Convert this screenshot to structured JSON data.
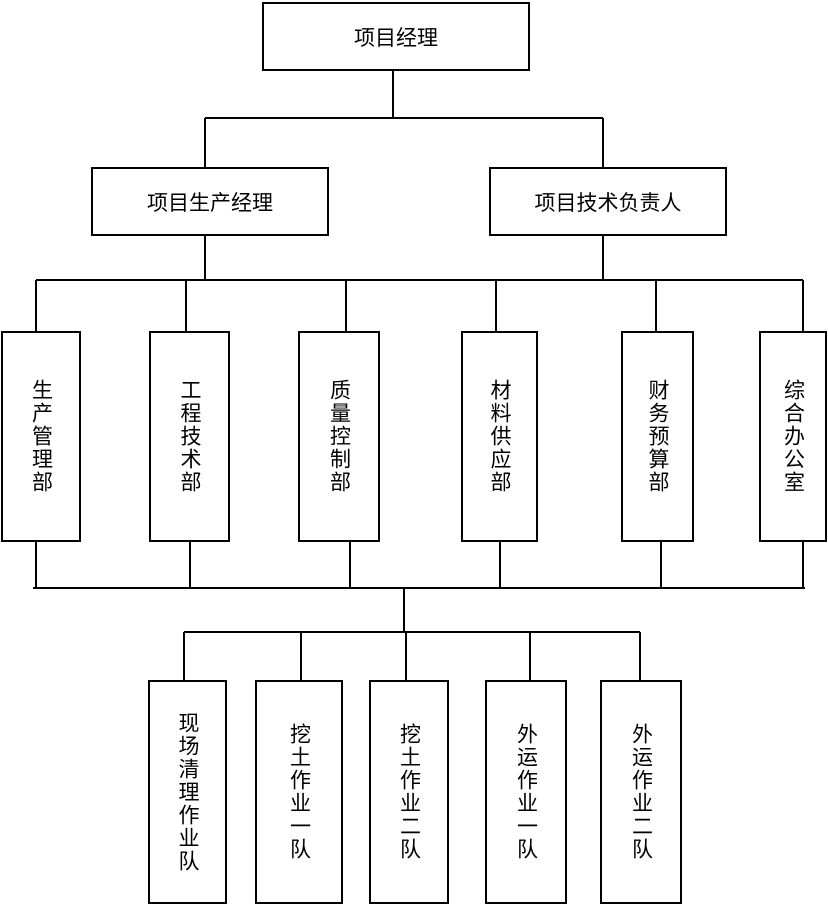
{
  "top": {
    "label": "项目经理"
  },
  "managers": [
    {
      "label": "项目生产经理"
    },
    {
      "label": "项目技术负责人"
    }
  ],
  "departments": [
    {
      "label": "生产管理部"
    },
    {
      "label": "工程技术部"
    },
    {
      "label": "质量控制部"
    },
    {
      "label": "材料供应部"
    },
    {
      "label": "财务预算部"
    },
    {
      "label": "综合办公室"
    }
  ],
  "teams": [
    {
      "label": "现场清理作业队"
    },
    {
      "label": "挖土作业一队"
    },
    {
      "label": "挖土作业二队"
    },
    {
      "label": "外运作业一队"
    },
    {
      "label": "外运作业二队"
    }
  ]
}
